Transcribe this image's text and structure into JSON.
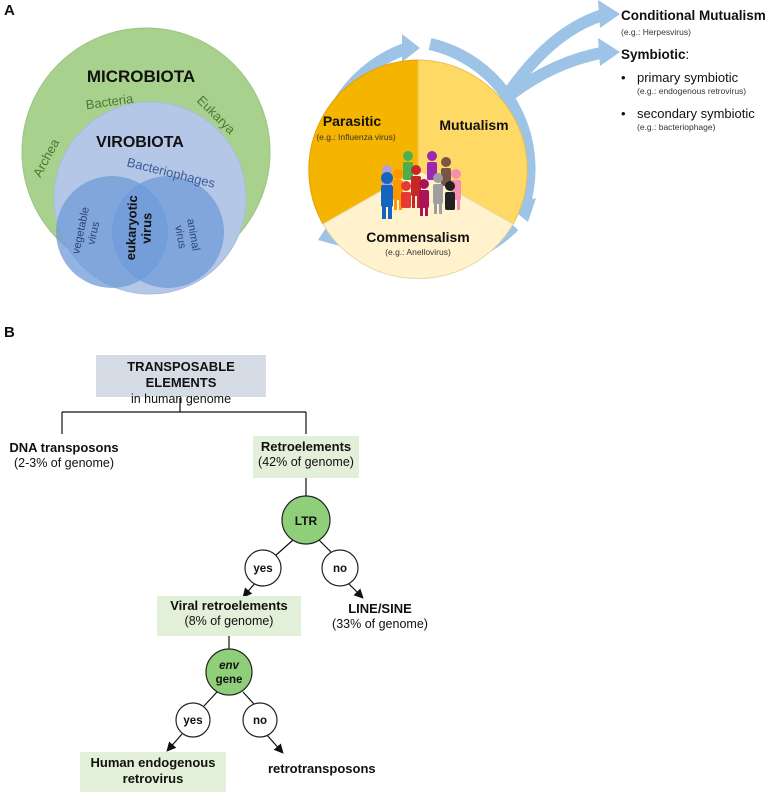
{
  "panel_a": {
    "letter": "A",
    "venn": {
      "microbiota": "MICROBIOTA",
      "bacteria": "Bacteria",
      "eukarya": "Eukarya",
      "archea": "Archea",
      "virobiota": "VIROBIOTA",
      "bacteriophages": "Bacteriophages",
      "vegetable_line1": "vegetable",
      "vegetable_line2": "virus",
      "eukaryotic_line1": "eukaryotic",
      "eukaryotic_line2": "virus",
      "animal_line1": "animal",
      "animal_line2": "virus",
      "colors": {
        "outer": "#a9d18e",
        "middle": "#b4c7e7",
        "inner": "#6f9bd8"
      }
    },
    "wheel": {
      "parasitic": "Parasitic",
      "parasitic_example": "(e.g.: Influenza virus)",
      "mutualism": "Mutualism",
      "commensalism": "Commensalism",
      "commensalism_example": "(e.g.: Anellovirus)",
      "colors": {
        "parasitic": "#f5b400",
        "mutualism": "#ffd966",
        "commensalism": "#fff2cc",
        "arrow": "#9dc3e6"
      }
    },
    "right_list": {
      "conditional_title": "Conditional Mutualism",
      "conditional_example": "(e.g.: Herpesvirus)",
      "symbiotic_title": "Symbiotic",
      "symbiotic_colon": ":",
      "items": [
        {
          "label": "primary symbiotic",
          "example": "(e.g.: endogenous retrovirus)"
        },
        {
          "label": "secondary symbiotic",
          "example": "(e.g.: bacteriophage)"
        }
      ]
    }
  },
  "panel_b": {
    "letter": "B",
    "root": {
      "title": "TRANSPOSABLE ELEMENTS",
      "subtitle": "in human genome"
    },
    "dna": {
      "title": "DNA transposons",
      "subtitle": "(2-3% of genome)"
    },
    "retro": {
      "title": "Retroelements",
      "subtitle": "(42% of genome)"
    },
    "ltr": "LTR",
    "yes1": "yes",
    "no1": "no",
    "viral": {
      "title": "Viral retroelements",
      "subtitle": "(8% of genome)"
    },
    "line_sine": {
      "title": "LINE/SINE",
      "subtitle": "(33% of genome)"
    },
    "env": {
      "italic": "env",
      "label": "gene"
    },
    "yes2": "yes",
    "no2": "no",
    "herv": {
      "line1": "Human endogenous",
      "line2": "retrovirus"
    },
    "retrotransposons": "retrotransposons",
    "colors": {
      "root_box": "#d6dce5",
      "green_box": "#e2efd9",
      "circle": "#8fcf7a"
    }
  }
}
